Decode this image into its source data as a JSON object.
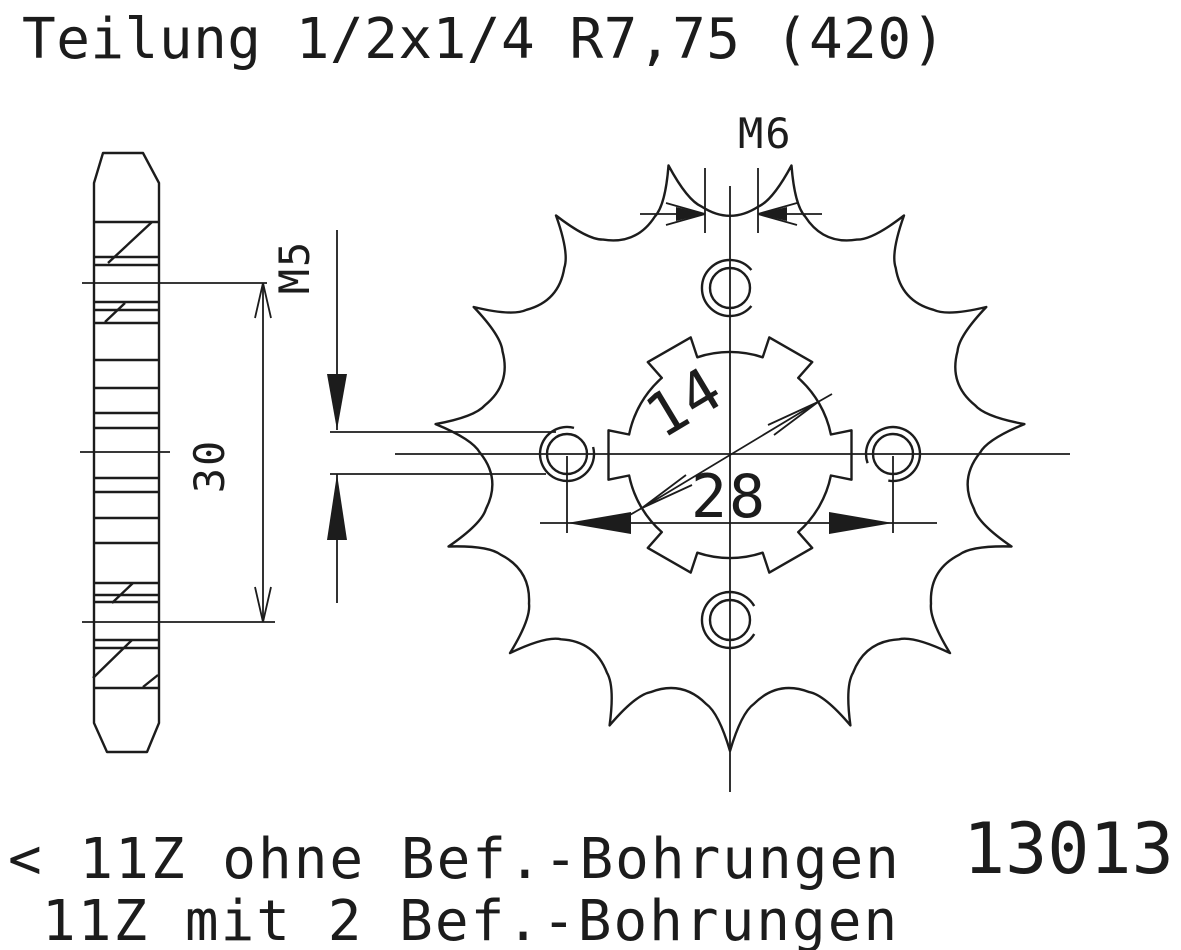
{
  "title": "Teilung 1/2x1/4 R7,75 (420)",
  "part_number": "13013",
  "dimensions": {
    "thread_top": "M6",
    "thread_side": "M5",
    "hub_width": "30",
    "bore_diameter": "14",
    "bolt_circle_diameter": "28"
  },
  "notes": {
    "line1": "< 11Z ohne Bef.-Bohrungen",
    "line2": "11Z mit 2 Bef.-Bohrungen"
  },
  "colors": {
    "line": "#1c1c1c",
    "background": "#ffffff"
  }
}
